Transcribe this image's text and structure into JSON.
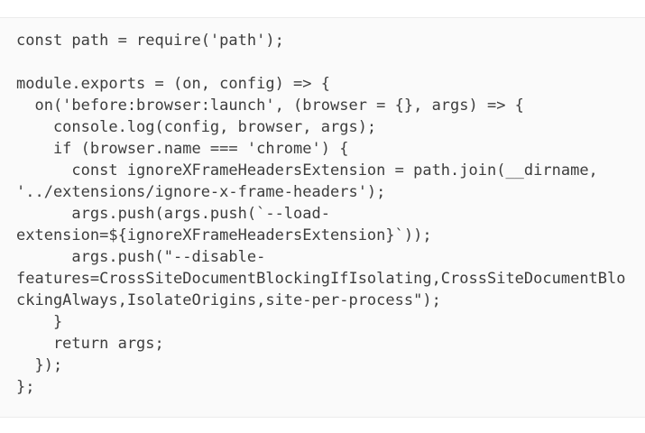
{
  "page": {
    "background_color": "#ffffff"
  },
  "code_block": {
    "background_color": "#fafafa",
    "border_color": "#ececec",
    "text_color": "#3d3d3d",
    "lines": [
      "const path = require('path');",
      "",
      "module.exports = (on, config) => {",
      "  on('before:browser:launch', (browser = {}, args) => {",
      "    console.log(config, browser, args);",
      "    if (browser.name === 'chrome') {",
      "      const ignoreXFrameHeadersExtension = path.join(__dirname,",
      "'../extensions/ignore-x-frame-headers');",
      "      args.push(args.push(`--load-",
      "extension=${ignoreXFrameHeadersExtension}`));",
      "      args.push(\"--disable-",
      "features=CrossSiteDocumentBlockingIfIsolating,CrossSiteDocumentBlo",
      "ckingAlways,IsolateOrigins,site-per-process\");",
      "    }",
      "    return args;",
      "  });",
      "};"
    ]
  }
}
